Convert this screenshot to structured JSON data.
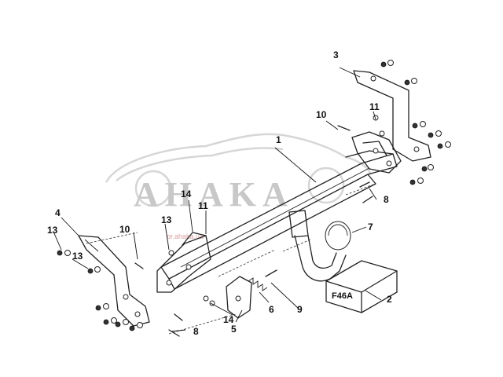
{
  "watermark": {
    "brand": "AHAKA",
    "url": "pr.ahaka.ua"
  },
  "callouts": [
    {
      "id": "c1",
      "label": "1"
    },
    {
      "id": "c2",
      "label": "2"
    },
    {
      "id": "c3",
      "label": "3"
    },
    {
      "id": "c4",
      "label": "4"
    },
    {
      "id": "c5",
      "label": "5"
    },
    {
      "id": "c6",
      "label": "6"
    },
    {
      "id": "c7",
      "label": "7"
    },
    {
      "id": "c8a",
      "label": "8"
    },
    {
      "id": "c8b",
      "label": "8"
    },
    {
      "id": "c9",
      "label": "9"
    },
    {
      "id": "c10a",
      "label": "10"
    },
    {
      "id": "c10b",
      "label": "10"
    },
    {
      "id": "c11a",
      "label": "11"
    },
    {
      "id": "c11b",
      "label": "11"
    },
    {
      "id": "c13a",
      "label": "13"
    },
    {
      "id": "c13b",
      "label": "13"
    },
    {
      "id": "c13c",
      "label": "13"
    },
    {
      "id": "c14a",
      "label": "14"
    },
    {
      "id": "c14b",
      "label": "14"
    }
  ],
  "kit_box": {
    "label": "F46A"
  }
}
